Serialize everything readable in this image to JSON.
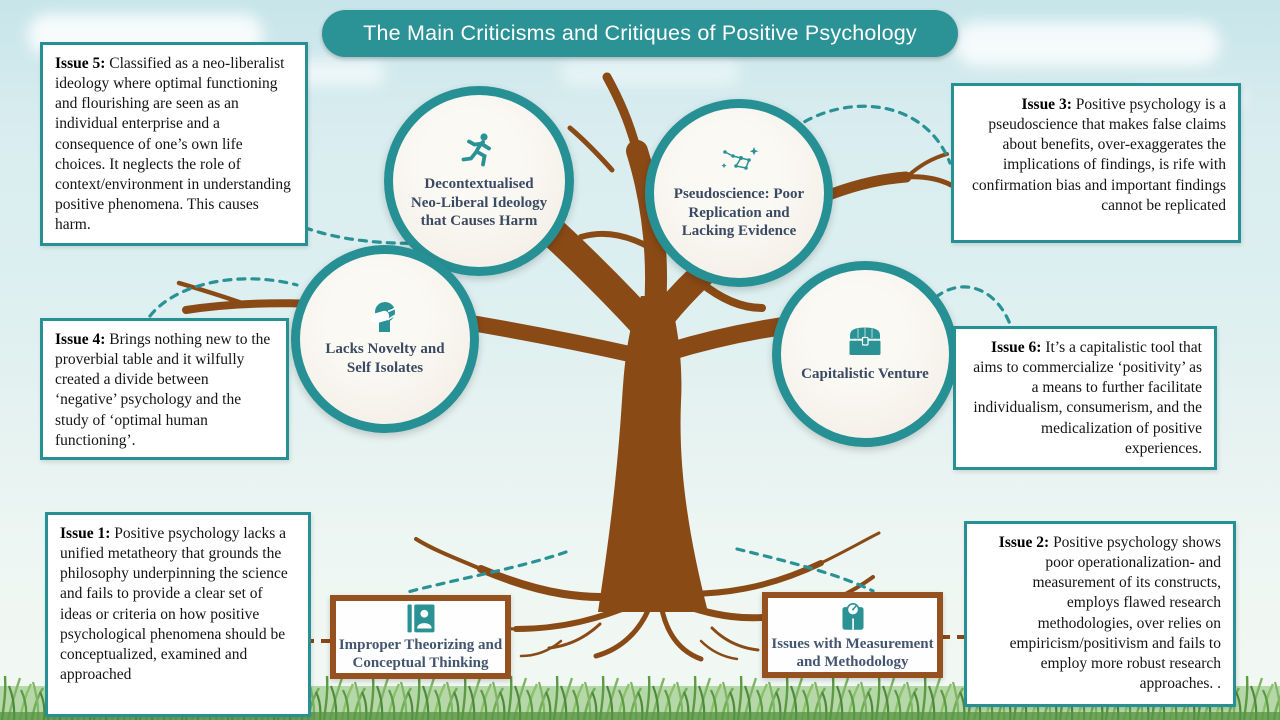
{
  "title": "The Main Criticisms and Critiques of Positive Psychology",
  "nodes": {
    "decontextualised": {
      "label": "Decontextualised Neo-Liberal Ideology that Causes Harm",
      "icon": "runner-icon"
    },
    "pseudoscience": {
      "label": "Pseudoscience: Poor Replication and Lacking Evidence",
      "icon": "constellation-icon"
    },
    "novelty": {
      "label": "Lacks Novelty and Self Isolates",
      "icon": "masked-face-icon"
    },
    "capitalistic": {
      "label": "Capitalistic Venture",
      "icon": "treasure-chest-icon"
    }
  },
  "branch_boxes": {
    "theorizing": {
      "label": "Improper Theorizing and Conceptual Thinking",
      "icon": "person-book-icon"
    },
    "measurement": {
      "label": "Issues with Measurement and Methodology",
      "icon": "weighing-scale-icon"
    }
  },
  "issues": {
    "issue1": {
      "label": "Issue 1:",
      "text": "Positive psychology lacks a unified metatheory that grounds the philosophy underpinning the science and fails to provide a clear set of ideas or criteria on how positive psychological phenomena should be conceptualized, examined and approached"
    },
    "issue2": {
      "label": "Issue 2:",
      "text": "Positive psychology shows poor operationalization- and measurement of its constructs, employs flawed research methodologies, over relies on empiricism/positivism and fails to employ more robust research approaches. ."
    },
    "issue3": {
      "label": "Issue 3:",
      "text": "Positive psychology is a pseudoscience that makes false claims about benefits, over-exaggerates the implications of findings, is rife with confirmation bias and important findings cannot be replicated"
    },
    "issue4": {
      "label": "Issue 4:",
      "text": "Brings nothing new to the proverbial table and it wilfully created a divide between ‘negative’ psychology and the study of ‘optimal human functioning’."
    },
    "issue5": {
      "label": "Issue 5:",
      "text": "Classified as a neo-liberalist ideology where optimal functioning and flourishing are seen as an individual enterprise and a consequence of one’s own life choices. It neglects the role of context/environment in understanding positive phenomena. This causes harm."
    },
    "issue6": {
      "label": "Issue 6:",
      "text": "It’s a capitalistic tool that aims to commercialize ‘positivity’ as a means to further facilitate individualism, consumerism, and the medicalization of positive experiences."
    }
  },
  "colors": {
    "accent_teal": "#2b9296",
    "ring_teal": "#279094",
    "dash_teal": "#2a9295",
    "tree_brown": "#8a4a16",
    "branch_box_border": "#965120",
    "label_blue": "#3b4a63",
    "sky_top": "#c7e5ea",
    "grass_green": "#5c9a44"
  }
}
